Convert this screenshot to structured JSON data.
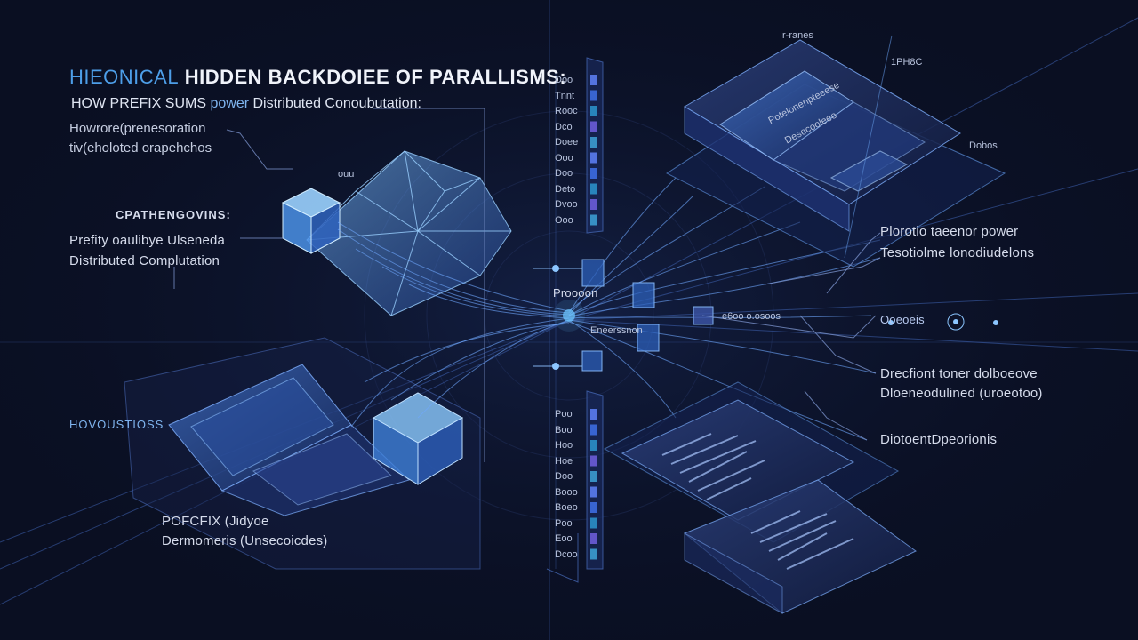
{
  "header": {
    "title_accent": "HIEONICAL",
    "title_main": "HIDDEN BACKDOIEE OF PARALLISMS:",
    "subtitle_main": "HOW PREFIX SUMS",
    "subtitle_accent": "power",
    "subtitle_rest": "Distributed Conoubutation:",
    "description_line1": "Howrore(prenesoration",
    "description_line2": "tiv(eholoted orapehchos"
  },
  "left_labels": {
    "section_heading": "CPATHENGOVINS:",
    "block_line1": "Prefity oaulibye Ulseneda",
    "block_line2": "Distributed Complutation",
    "bottom_heading": "HOVOUSTIOSS",
    "bottom_line1": "POFCFIX (Jidyoe",
    "bottom_line2": "Dermomeris (Unsecoicdes)",
    "small_tag": "ouu"
  },
  "center_labels": {
    "mid_tag": "Proooon",
    "mid_tag2": "Eneerssnon",
    "right_tag": "e6oo o.osoos"
  },
  "right_labels": {
    "top_tag": "r-ranes",
    "top_tag2": "1PH8C",
    "laptop_title": "Potelonenpteeese",
    "laptop_body": "Desecooleee",
    "side_tag": "Dobos",
    "right_line1": "Plorotio taeenor power",
    "right_line2": "Tesotiolme lonodiudelons",
    "connector_label": "Ooeoeis",
    "right_line3": "Drecfiont toner dolboeove",
    "right_line4": "Dloeneodulined (uroeotoo)",
    "right_line5": "DiotoentDpeorionis"
  },
  "column_glyphs": [
    "Doo",
    "Tnnt",
    "Rooc",
    "Dco",
    "Doee",
    "Ooo",
    "Doo",
    "Deto",
    "Dvoo",
    "Ooo"
  ],
  "column_glyphs_lower": [
    "Poo",
    "Boo",
    "Hoo",
    "Hoe",
    "Doo",
    "Booo",
    "Boeo",
    "Poo",
    "Eoo",
    "Dcoo"
  ],
  "colors": {
    "background": "#0a0f22",
    "accent_blue": "#4d9ee8",
    "line_blue": "#5b8fd8",
    "glow_cyan": "#6ec6ff",
    "panel_fill": "#1b2a55"
  }
}
